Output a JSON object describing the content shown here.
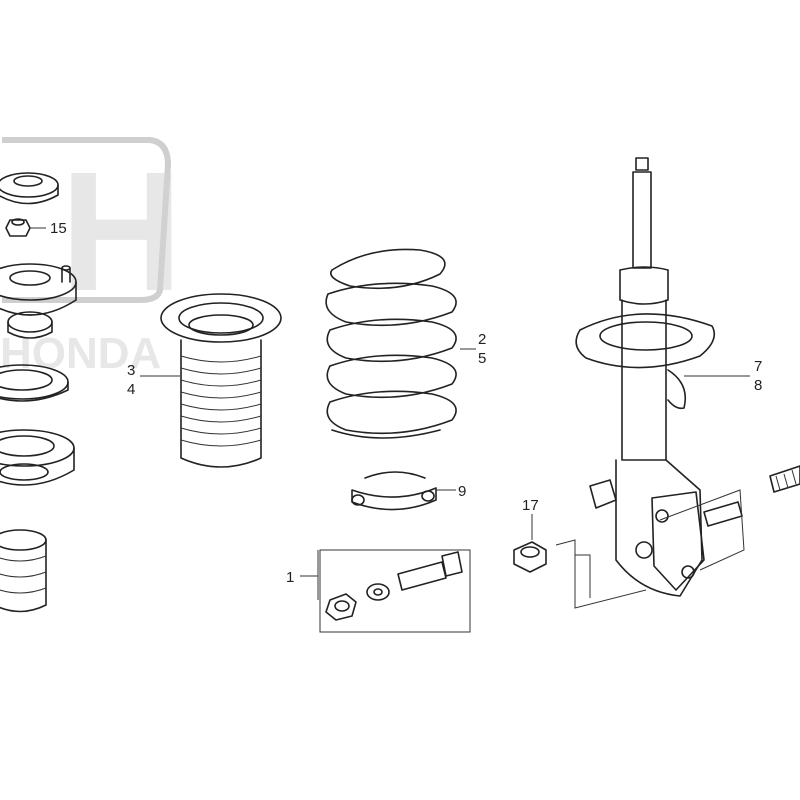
{
  "watermark": {
    "brand_letters": "HONDA",
    "brand_initial": "H"
  },
  "callouts": [
    {
      "id": "c15",
      "label": "15"
    },
    {
      "id": "c3",
      "label": "3"
    },
    {
      "id": "c4",
      "label": "4"
    },
    {
      "id": "c2",
      "label": "2"
    },
    {
      "id": "c5",
      "label": "5"
    },
    {
      "id": "c7",
      "label": "7"
    },
    {
      "id": "c8",
      "label": "8"
    },
    {
      "id": "c9",
      "label": "9"
    },
    {
      "id": "c1",
      "label": "1"
    },
    {
      "id": "c17",
      "label": "17"
    }
  ],
  "colors": {
    "line": "#222222",
    "watermark": "#cfcfcf",
    "background": "#ffffff"
  }
}
